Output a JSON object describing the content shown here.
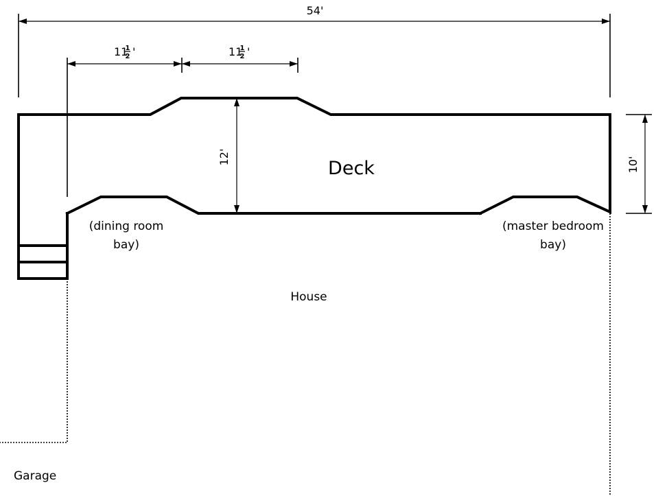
{
  "title": "Deck",
  "dimensions": {
    "overall_width": "54'",
    "bay_width_left": {
      "whole": "11",
      "num": "1",
      "den": "2",
      "tick": "'"
    },
    "bay_width_right": {
      "whole": "11",
      "num": "1",
      "den": "2",
      "tick": "'"
    },
    "deck_depth_at_bay": "12'",
    "deck_depth": "10'"
  },
  "labels": {
    "dining_line1": "(dining room",
    "dining_line2": "bay)",
    "master_line1": "(master bedroom",
    "master_line2": "bay)",
    "house": "House",
    "garage": "Garage"
  }
}
